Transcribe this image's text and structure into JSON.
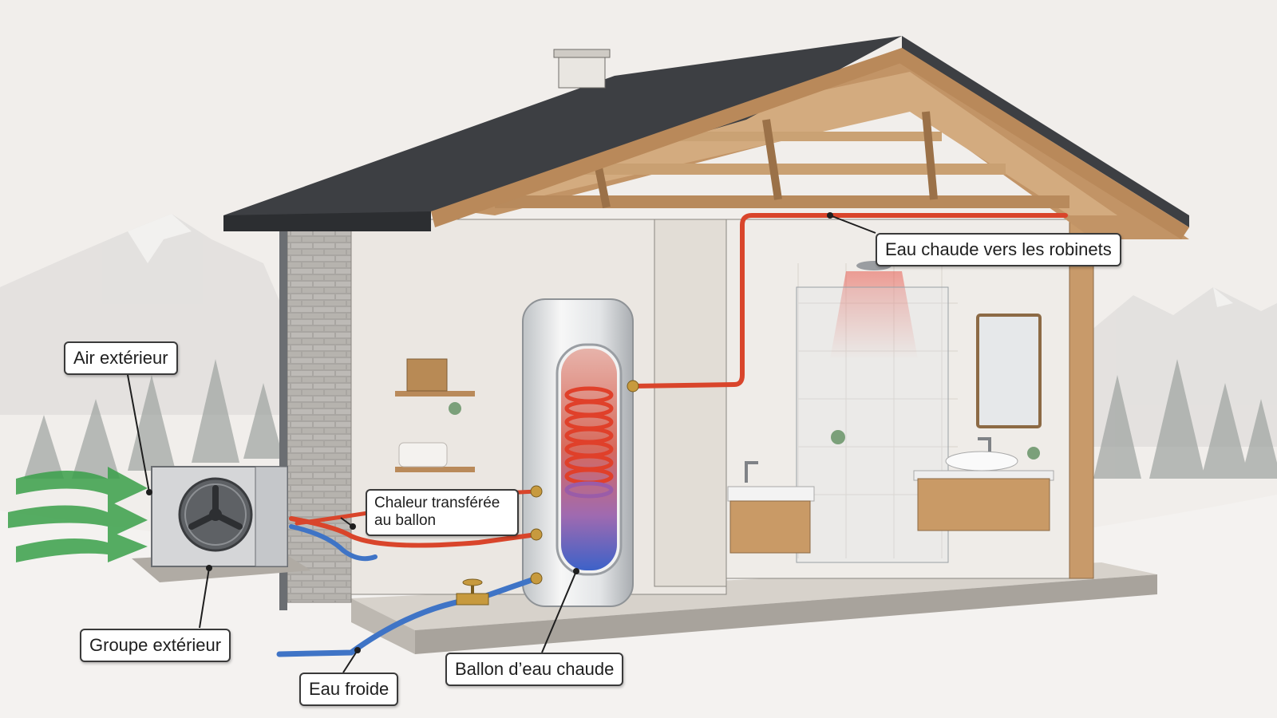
{
  "labels": {
    "air_exterieur": "Air extérieur",
    "groupe_exterieur": "Groupe extérieur",
    "eau_froide": "Eau froide",
    "chaleur_line1": "Chaleur transférée",
    "chaleur_line2": "au ballon",
    "ballon": "Ballon d’eau chaude",
    "eau_chaude": "Eau chaude vers les robinets"
  },
  "colors": {
    "background": "#f1eeeb",
    "roof": "#3d3f43",
    "wood": "#c89a6a",
    "wall": "#ece8e3",
    "hot_pipe": "#d9452b",
    "cold_pipe": "#3f74c6",
    "airflow": "#3aa04a",
    "callout_border": "#3a3a3a"
  },
  "icons": [
    "heat-pump-fan-icon",
    "airflow-arrow-icon",
    "shower-head-icon",
    "faucet-icon",
    "mirror-icon",
    "valve-icon",
    "chimney-icon"
  ]
}
